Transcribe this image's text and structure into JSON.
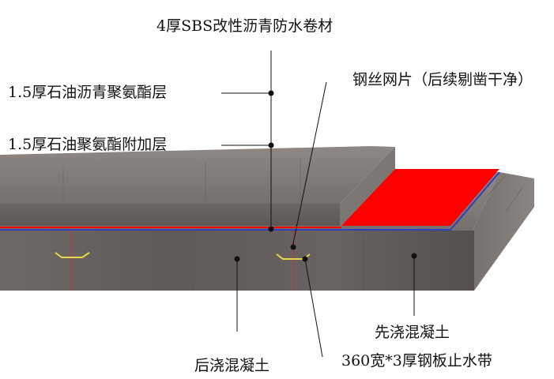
{
  "labels": {
    "sbs_membrane": "4厚SBS改性沥青防水卷材",
    "pu_layer": "1.5厚石油沥青聚氨酯层",
    "pu_additional": "1.5厚石油聚氨酯附加层",
    "steel_mesh": "钢丝网片（后续剔凿干净）",
    "first_pour": "先浇混凝土",
    "later_pour": "后浇混凝土",
    "water_stop": "360宽*3厚钢板止水带"
  },
  "colors": {
    "concrete_light": "#8a8480",
    "concrete_mid": "#6e6864",
    "concrete_dark": "#565150",
    "membrane_red": "#ff0000",
    "membrane_blue": "#2f3fbf",
    "water_stop_yellow": "#e6d84a",
    "leader": "#111111"
  }
}
